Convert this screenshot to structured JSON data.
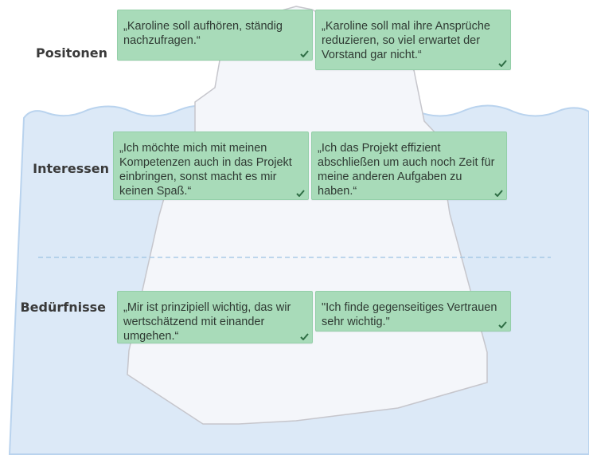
{
  "colors": {
    "water": "#dce9f7",
    "water_edge": "#b9d3ee",
    "ice_fill": "#f4f6fa",
    "ice_stroke": "#c6c6cc",
    "card": "#a8dbb9",
    "check": "#2f6e45",
    "dashed_line": "#9cc3e3"
  },
  "rows": [
    {
      "label": "Positonen",
      "cards": [
        {
          "text": "„Karoline soll aufhören, ständig nachzufragen.“",
          "checked": true
        },
        {
          "text": "„Karoline soll mal ihre Ansprüche reduzieren, so viel erwartet der Vorstand gar nicht.“",
          "checked": true
        }
      ]
    },
    {
      "label": "Interessen",
      "cards": [
        {
          "text": "„Ich möchte mich mit meinen Kompetenzen auch in das Projekt einbringen, sonst macht es mir keinen Spaß.“",
          "checked": true
        },
        {
          "text": "„Ich das Projekt effizient abschließen um auch noch Zeit für meine anderen Aufgaben zu haben.“",
          "checked": true
        }
      ]
    },
    {
      "label": "Bedürfnisse",
      "cards": [
        {
          "text": "„Mir ist prinzipiell wichtig, das wir wertschätzend mit einander umgehen.“",
          "checked": true
        },
        {
          "text": "\"Ich finde gegenseitiges Vertrauen sehr wichtig.\"",
          "checked": true
        }
      ]
    }
  ]
}
